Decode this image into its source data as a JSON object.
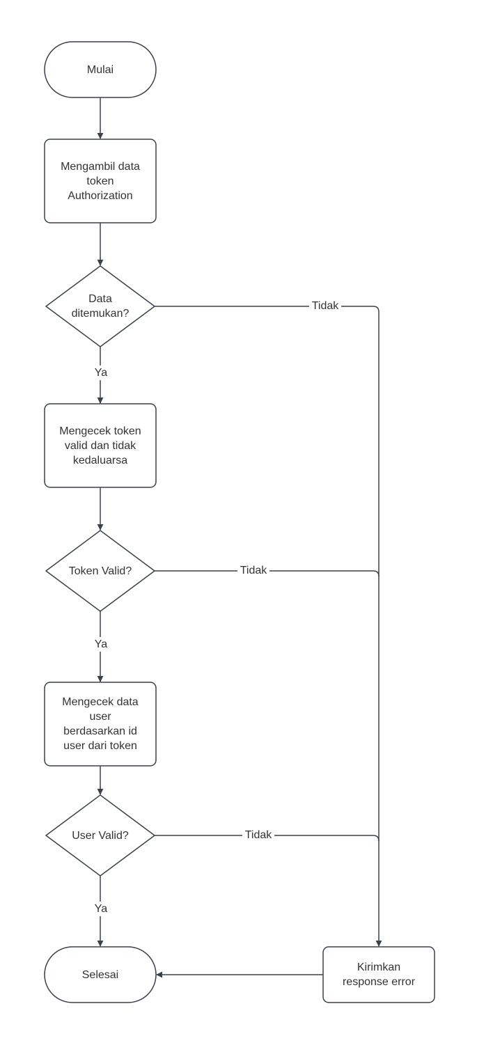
{
  "nodes": {
    "start": "Mulai",
    "get_token": [
      "Mengambil data",
      "token",
      "Authorization"
    ],
    "decision_found": [
      "Data",
      "ditemukan?"
    ],
    "check_token": [
      "Mengecek token",
      "valid dan tidak",
      "kedaluarsa"
    ],
    "decision_token": "Token Valid?",
    "check_user": [
      "Mengecek data",
      "user",
      "berdasarkan id",
      "user dari token"
    ],
    "decision_user": "User Valid?",
    "end": "Selesai",
    "send_error": [
      "Kirimkan",
      "response error"
    ]
  },
  "edges": {
    "yes_label": "Ya",
    "no_label": "Tidak"
  },
  "colors": {
    "stroke": "#3a414a",
    "text": "#333333",
    "fill": "#ffffff"
  }
}
